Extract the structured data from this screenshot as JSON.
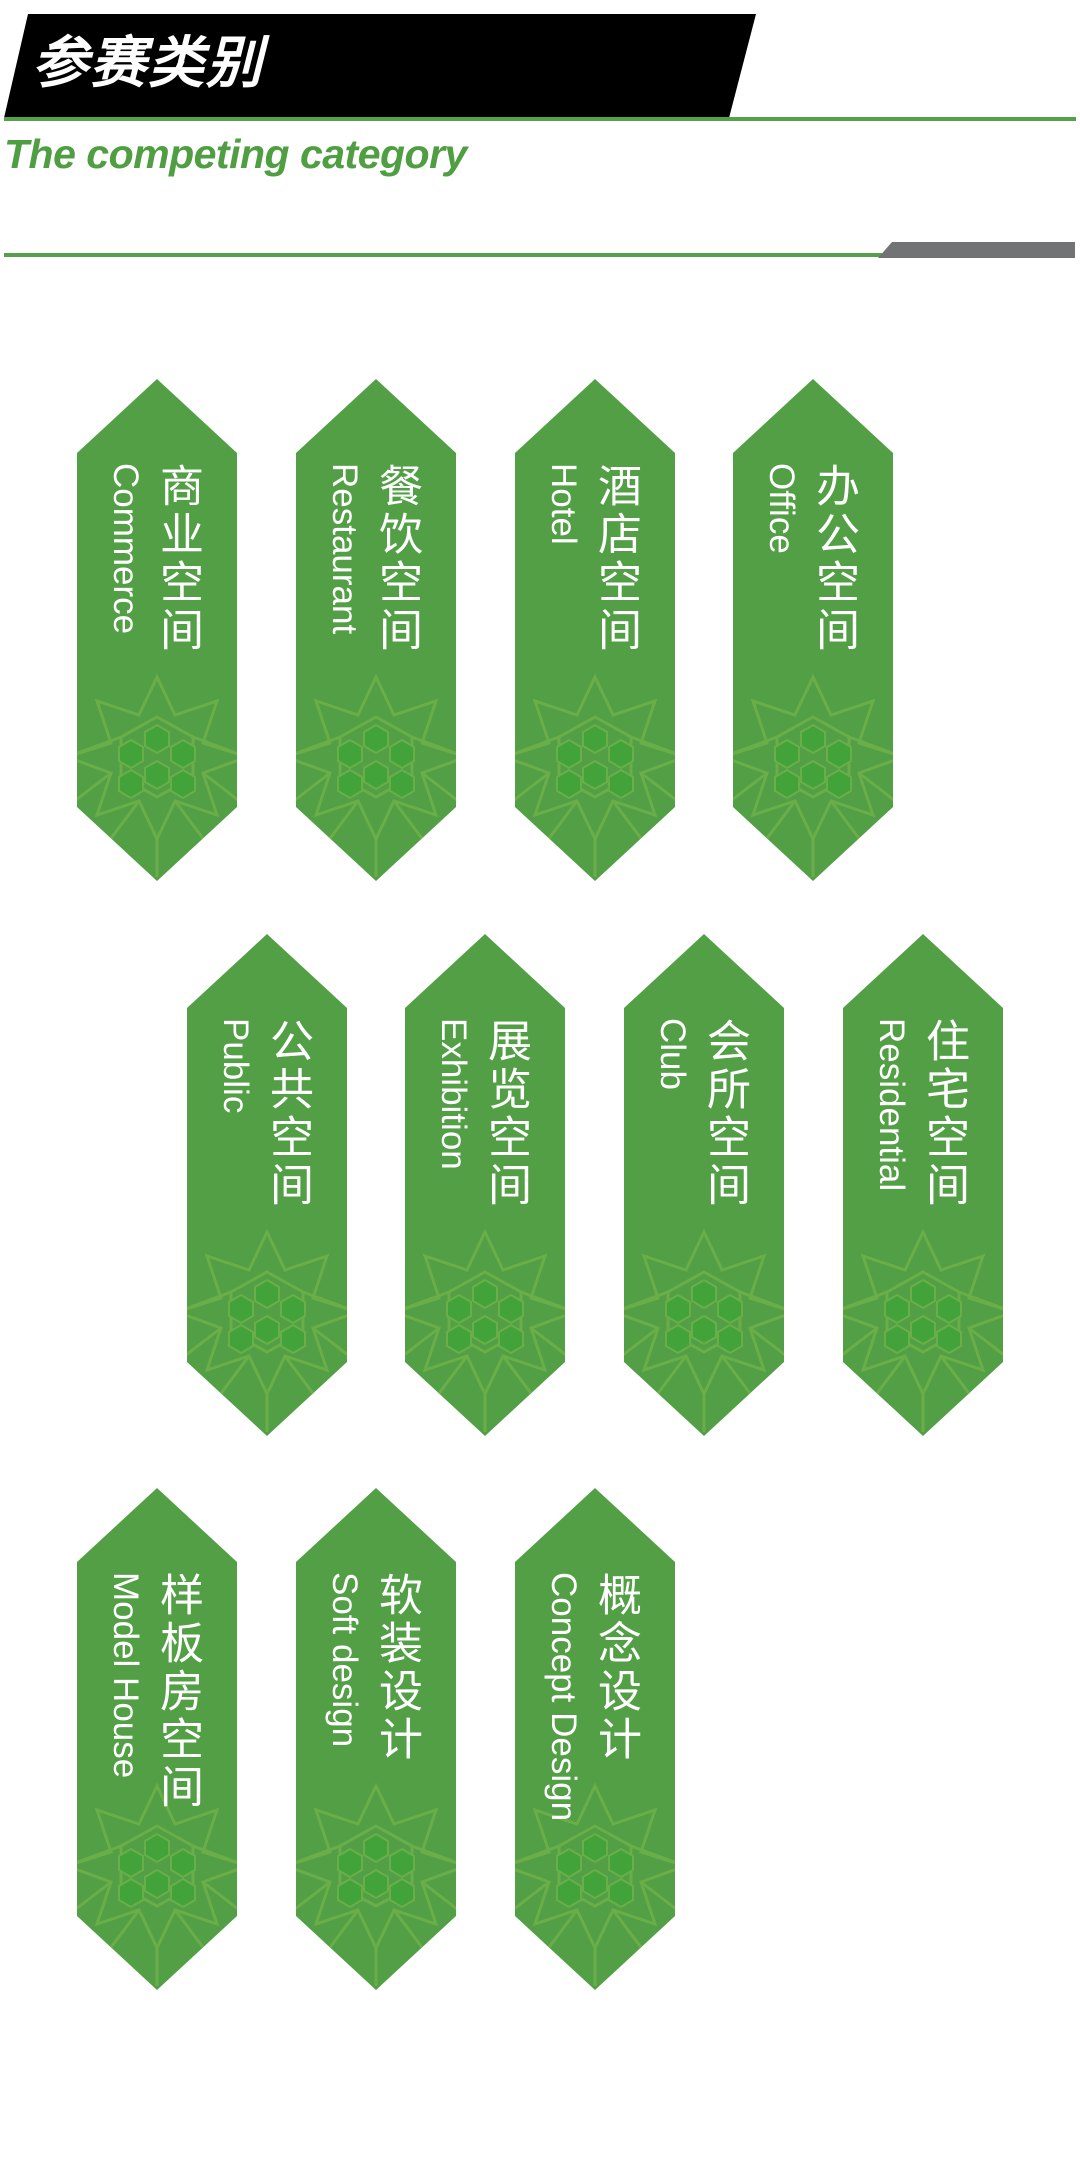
{
  "header": {
    "title_zh": "参赛类别",
    "title_en": "The competing category"
  },
  "colors": {
    "tile_green": "#529f45",
    "pattern_line": "#6aae4a",
    "pattern_hex": "#43a33b",
    "accent_green": "#56a04a",
    "subtitle_green": "#4f9e42",
    "banner_black": "#000000",
    "gray_tab": "#717375"
  },
  "categories": [
    {
      "zh": "商业空间",
      "en": "Commerce"
    },
    {
      "zh": "餐饮空间",
      "en": "Restaurant"
    },
    {
      "zh": "酒店空间",
      "en": "Hotel"
    },
    {
      "zh": "办公空间",
      "en": "Office"
    },
    {
      "zh": "公共空间",
      "en": "Public"
    },
    {
      "zh": "展览空间",
      "en": "Exhibition"
    },
    {
      "zh": "会所空间",
      "en": "Club"
    },
    {
      "zh": "住宅空间",
      "en": "Residential"
    },
    {
      "zh": "样板房空间",
      "en": "Model House"
    },
    {
      "zh": "软装设计",
      "en": "Soft design"
    },
    {
      "zh": "概念设计",
      "en": "Concept Design"
    }
  ]
}
